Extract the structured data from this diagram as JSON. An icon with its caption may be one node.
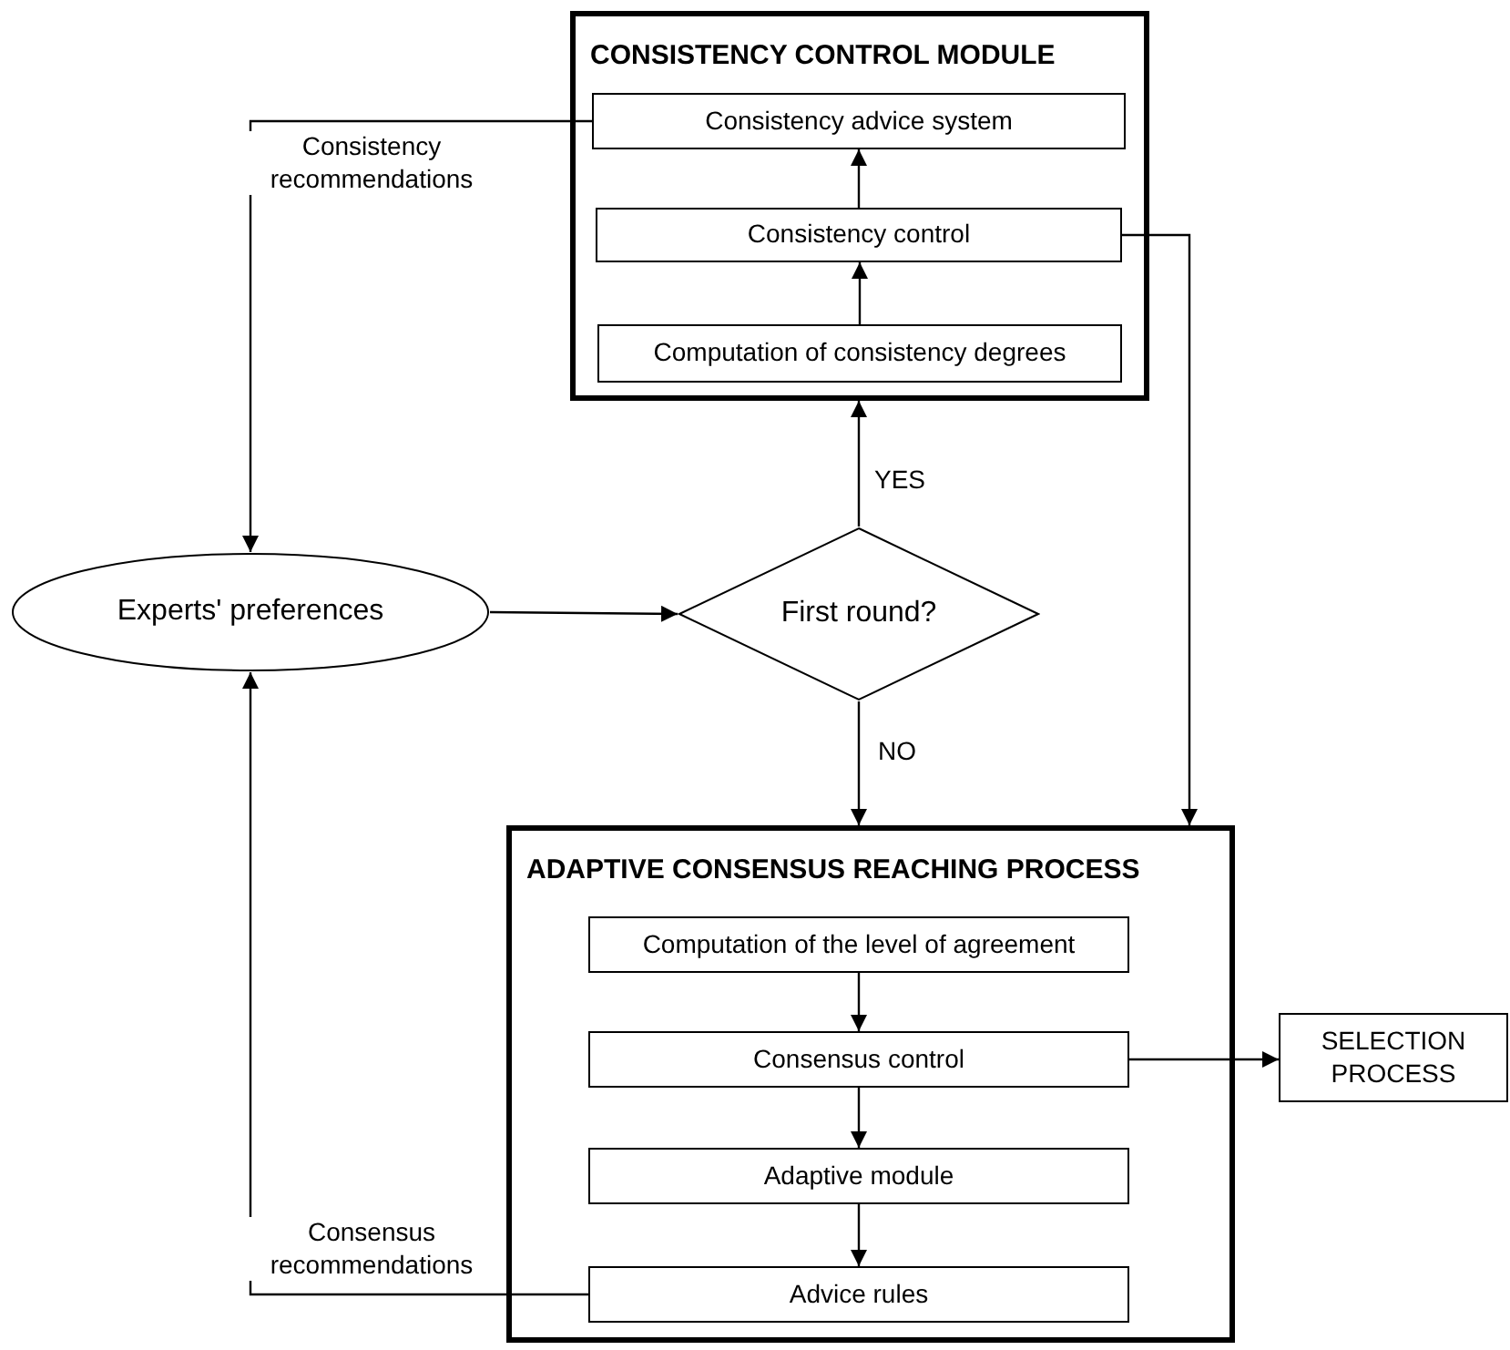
{
  "diagram": {
    "nodes": [
      {
        "text": [
          "CONSISTENCY CONTROL MODULE"
        ]
      },
      {
        "text": [
          "Consistency advice system"
        ],
        "in": 0
      },
      {
        "text": [
          "Consistency control"
        ],
        "in": 0
      },
      {
        "text": [
          "Computation of consistency degrees"
        ],
        "in": 0
      },
      {
        "text": [
          "Experts' preferences"
        ]
      },
      {
        "text": [
          "First round?"
        ]
      },
      {
        "text": [
          "ADAPTIVE CONSENSUS REACHING PROCESS"
        ]
      },
      {
        "text": [
          "Computation of the level of agreement"
        ],
        "in": 6
      },
      {
        "text": [
          "Consensus control"
        ],
        "in": 6
      },
      {
        "text": [
          "Adaptive module"
        ],
        "in": 6
      },
      {
        "text": [
          "Advice rules"
        ],
        "in": 6
      },
      {
        "text": [
          "SELECTION PROCESS"
        ]
      }
    ],
    "edges": [
      {
        "from": 3,
        "to": 2,
        "arrow": "to"
      },
      {
        "from": 2,
        "to": 1,
        "arrow": "to"
      },
      {
        "from": 1,
        "to": 4,
        "arrow": "to",
        "label": "Consistency recommendations"
      },
      {
        "from": 2,
        "to": 6,
        "arrow": "to"
      },
      {
        "from": 4,
        "to": 5,
        "arrow": "to"
      },
      {
        "from": 5,
        "to": 0,
        "arrow": "to",
        "label": "YES"
      },
      {
        "from": 5,
        "to": 6,
        "arrow": "to",
        "label": "NO"
      },
      {
        "from": 7,
        "to": 8,
        "arrow": "to"
      },
      {
        "from": 8,
        "to": 9,
        "arrow": "to"
      },
      {
        "from": 9,
        "to": 10,
        "arrow": "to"
      },
      {
        "from": 8,
        "to": 11,
        "arrow": "to"
      },
      {
        "from": 10,
        "to": 4,
        "arrow": "to",
        "label": "Consensus recommendations"
      }
    ]
  }
}
